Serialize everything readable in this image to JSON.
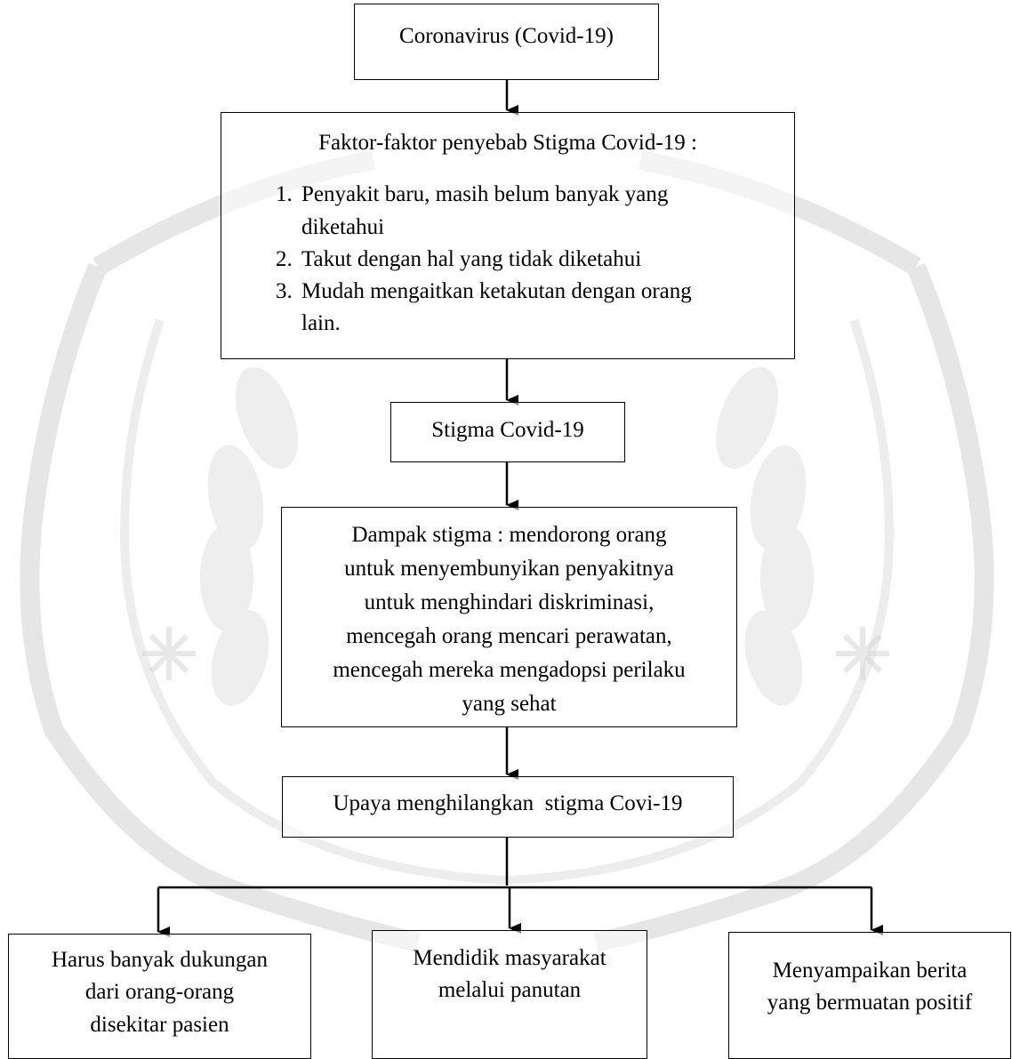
{
  "diagram": {
    "box_coronavirus": {
      "text": "Coronavirus (Covid-19)"
    },
    "box_factors": {
      "title": "Faktor-faktor penyebab Stigma Covid-19 :",
      "items": [
        "Penyakit baru, masih belum banyak yang diketahui",
        "Takut dengan hal yang tidak diketahui",
        "Mudah mengaitkan ketakutan dengan orang lain."
      ],
      "items_lines": [
        [
          "Penyakit baru, masih belum banyak yang",
          "diketahui"
        ],
        [
          "Takut dengan hal yang tidak diketahui"
        ],
        [
          "Mudah mengaitkan ketakutan dengan orang",
          "lain."
        ]
      ]
    },
    "box_stigma": {
      "text": "Stigma Covid-19"
    },
    "box_dampak": {
      "lines": [
        "Dampak stigma : mendorong orang",
        "untuk menyembunyikan penyakitnya",
        "untuk menghindari diskriminasi,",
        "mencegah orang mencari perawatan,",
        "mencegah mereka mengadopsi perilaku",
        "yang sehat"
      ]
    },
    "box_upaya": {
      "text": "Upaya menghilangkan  stigma Covi-19"
    },
    "box_dukungan": {
      "lines": [
        "Harus banyak dukungan",
        "dari orang-orang",
        "disekitar pasien"
      ]
    },
    "box_mendidik": {
      "lines": [
        "Mendidik masyarakat",
        "melalui panutan"
      ]
    },
    "box_berita": {
      "lines": [
        "Menyampaikan berita",
        "yang bermuatan positif"
      ]
    },
    "colors": {
      "line": "#000000",
      "watermark": "#cfcfcf",
      "background": "#ffffff"
    }
  }
}
